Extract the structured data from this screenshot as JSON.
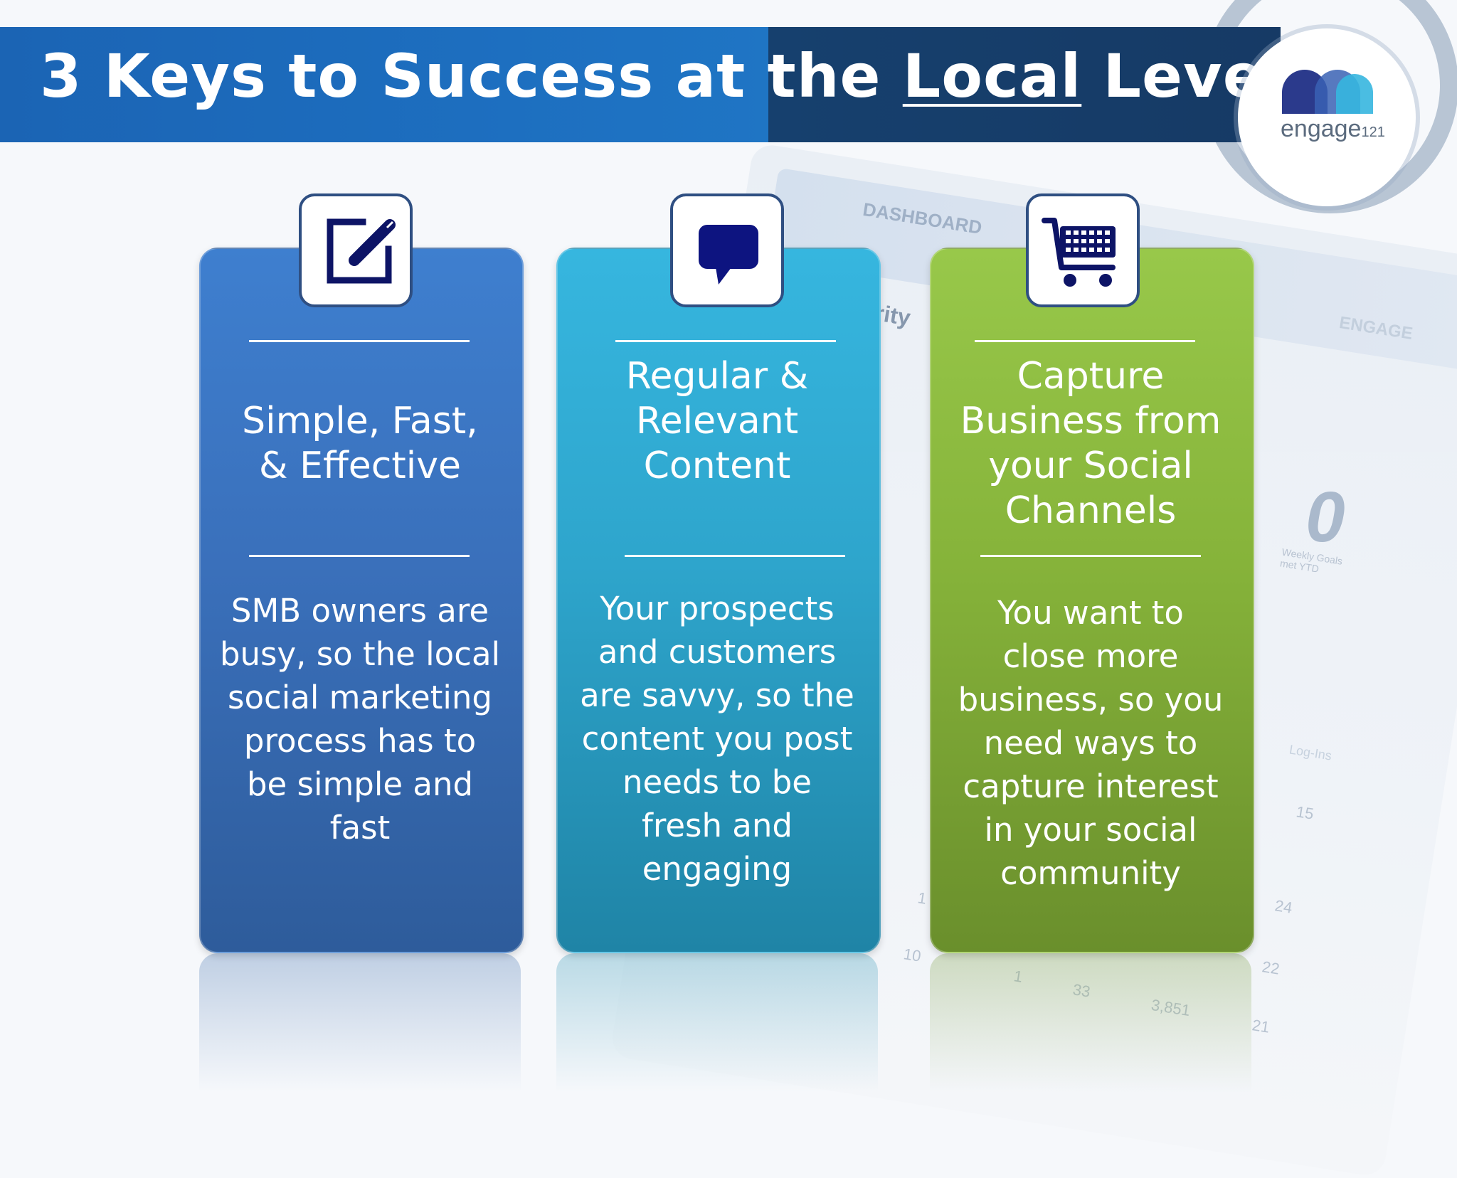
{
  "header": {
    "title_prefix": "3 Keys to Success at the ",
    "title_underlined": "Local",
    "title_suffix": " Level"
  },
  "logo": {
    "name": "engage",
    "suffix": "121"
  },
  "background_dashboard": {
    "nav_dashboard": "DASHBOARD",
    "nav_engage": "ENGAGE",
    "partial_label": "rity",
    "big_number": "0",
    "caption": "Weekly Goals met YTD",
    "column_header": "Log-Ins",
    "numbers": [
      "15",
      "24",
      "22",
      "21",
      "10",
      "1",
      "33",
      "3,851",
      "1"
    ]
  },
  "cards": [
    {
      "color": "#3a70bb",
      "icon": "edit-icon",
      "heading": [
        "Simple, Fast,",
        "& Effective"
      ],
      "body": [
        "SMB owners are",
        "busy, so the local",
        "social marketing",
        "process has to",
        "be simple and",
        "fast"
      ]
    },
    {
      "color": "#2ea5cc",
      "icon": "speech-bubble-icon",
      "heading": [
        "Regular &",
        "Relevant",
        "Content"
      ],
      "body": [
        "Your prospects",
        "and customers",
        "are savvy, so the",
        "content you post",
        "needs to be",
        "fresh and",
        "engaging"
      ]
    },
    {
      "color": "#86b33a",
      "icon": "shopping-cart-icon",
      "heading": [
        "Capture",
        "Business from",
        "your Social",
        "Channels"
      ],
      "body": [
        "You want to",
        "close more",
        "business, so you",
        "need ways to",
        "capture interest",
        "in your social",
        "community"
      ]
    }
  ]
}
